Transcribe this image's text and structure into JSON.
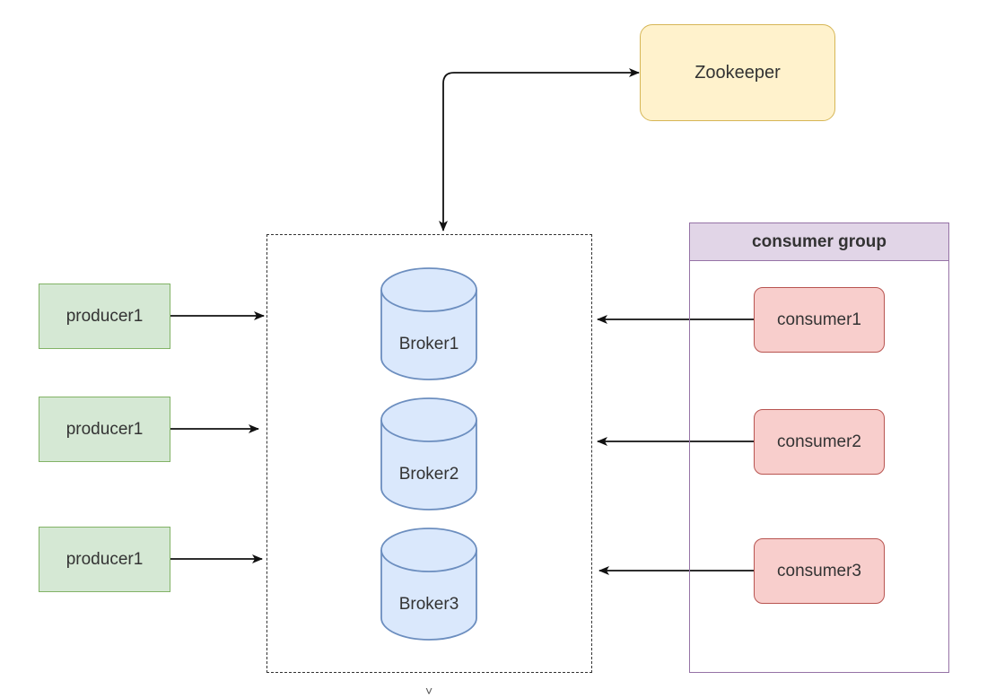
{
  "zookeeper": {
    "label": "Zookeeper"
  },
  "producers": [
    {
      "label": "producer1"
    },
    {
      "label": "producer1"
    },
    {
      "label": "producer1"
    }
  ],
  "brokers": [
    {
      "label": "Broker1"
    },
    {
      "label": "Broker2"
    },
    {
      "label": "Broker3"
    }
  ],
  "consumer_group": {
    "title": "consumer group",
    "consumers": [
      {
        "label": "consumer1"
      },
      {
        "label": "consumer2"
      },
      {
        "label": "consumer3"
      }
    ]
  },
  "colors": {
    "producer_fill": "#d5e8d4",
    "producer_stroke": "#82b366",
    "broker_fill": "#dae8fc",
    "broker_stroke": "#6c8ebf",
    "consumer_fill": "#f8cecc",
    "consumer_stroke": "#b85450",
    "zookeeper_fill": "#fff2cc",
    "zookeeper_stroke": "#d6b656",
    "group_fill": "#e1d5e7",
    "group_stroke": "#9673a6"
  }
}
